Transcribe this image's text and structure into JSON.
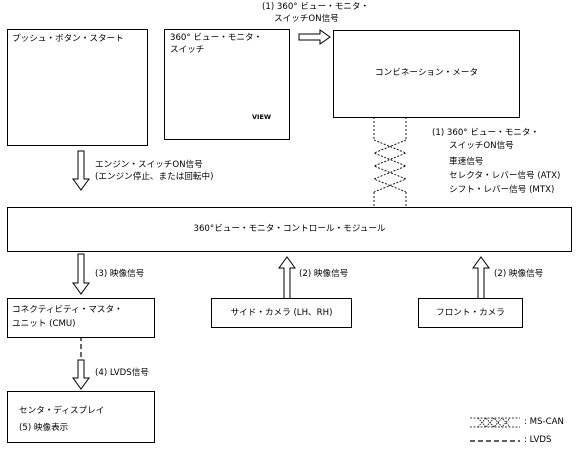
{
  "boxes": {
    "push_button": "プッシュ・ボタン・スタート",
    "switch_label_1": "360° ビュー・モニタ・",
    "switch_label_2": "スイッチ",
    "switch_view": "VIEW",
    "meter": "コンビネーション・メータ",
    "control_module": "360°ビュー・モニタ・コントロール・モジュール",
    "cmu_1": "コネクティビティ・マスタ・",
    "cmu_2": "ユニット (CMU)",
    "side_camera": "サイド・カメラ (LH、RH)",
    "front_camera": "フロント・カメラ",
    "display_1": "センタ・ディスプレイ",
    "display_2": "(5) 映像表示"
  },
  "signals": {
    "switch_on_1": "(1) 360° ビュー・モニタ・",
    "switch_on_2": "スイッチON信号",
    "engine_1": "エンジン・スイッチON信号",
    "engine_2": "(エンジン停止、または回転中)",
    "can_1": "(1) 360° ビュー・モニタ・",
    "can_2": "スイッチON信号",
    "can_3": "車速信号",
    "can_4": "セレクタ・レバー信号 (ATX)",
    "can_5": "シフト・レバー信号 (MTX)",
    "video_cmu": "(3) 映像信号",
    "video_side": "(2) 映像信号",
    "video_front": "(2) 映像信号",
    "lvds": "(4) LVDS信号"
  },
  "legend": {
    "ms_can": ": MS-CAN",
    "lvds": ": LVDS"
  }
}
